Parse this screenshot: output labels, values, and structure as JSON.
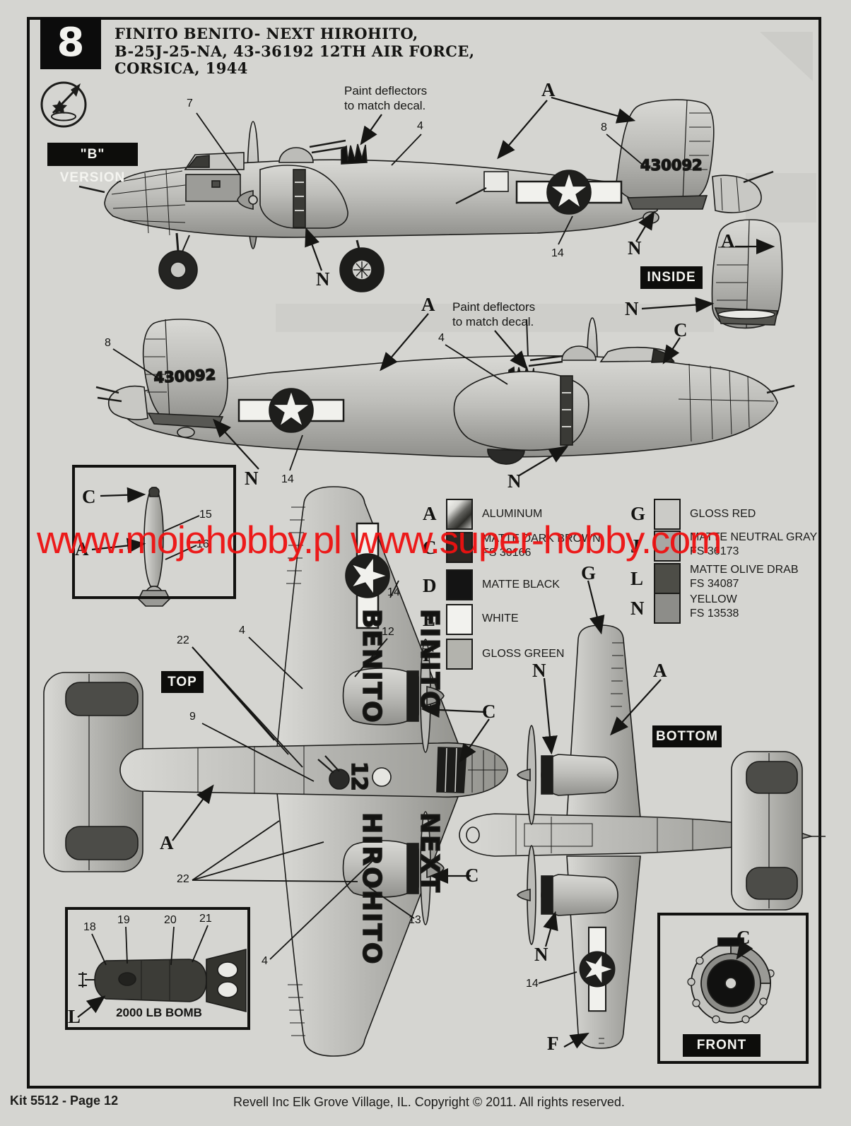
{
  "header": {
    "step": "8",
    "title_lines": [
      "FINITO BENITO- NEXT HIROHITO,",
      "B-25J-25-NA, 43-36192 12TH AIR FORCE,",
      "CORSICA, 1944"
    ]
  },
  "view_labels": {
    "b_version": "\"B\" VERSION",
    "inside": "INSIDE",
    "top": "TOP",
    "bottom": "BOTTOM",
    "front": "FRONT"
  },
  "annotations": {
    "paint_deflectors_line1": "Paint deflectors",
    "paint_deflectors_line2": "to match decal."
  },
  "markings": {
    "tail_number": "430092",
    "wing_text_top_1": "FINITO",
    "wing_text_top_2": "BENITO",
    "wing_number": "12",
    "wing_text_bottom_1": "NEXT",
    "wing_text_bottom_2": "HIROHITO"
  },
  "callouts": {
    "A": "A",
    "C": "C",
    "F": "F",
    "G": "G",
    "L": "L",
    "N": "N",
    "n4": "4",
    "n7": "7",
    "n8": "8",
    "n9": "9",
    "n12": "12",
    "n13": "13",
    "n14": "14",
    "n15": "15",
    "n16": "16",
    "n18": "18",
    "n19": "19",
    "n20": "20",
    "n21": "21",
    "n22": "22"
  },
  "legend": {
    "col1": [
      {
        "letter": "A",
        "name": "ALUMINUM",
        "fs": "",
        "color": "aluminum-gradient"
      },
      {
        "letter": "C",
        "name": "MATTE DARK BROWN",
        "fs": "FS 30166",
        "color": "#2b2824"
      },
      {
        "letter": "D",
        "name": "MATTE BLACK",
        "fs": "",
        "color": "#141414"
      },
      {
        "letter": "E",
        "name": "WHITE",
        "fs": "",
        "color": "#f2f2ee"
      },
      {
        "letter": "F",
        "name": "GLOSS GREEN",
        "fs": "",
        "color": "#b3b3ad"
      }
    ],
    "col2": [
      {
        "letter": "G",
        "name": "GLOSS RED",
        "fs": "",
        "color": "#cbcbc7"
      },
      {
        "letter": "J",
        "name": "MATTE NEUTRAL GRAY",
        "fs": "FS 36173",
        "color": "#a7a7a3"
      },
      {
        "letter": "L",
        "name": "MATTE OLIVE DRAB",
        "fs": "FS 34087",
        "color": "#4d4d47"
      },
      {
        "letter": "N",
        "name": "YELLOW",
        "fs": "FS 13538",
        "color": "#8d8d89"
      }
    ]
  },
  "insets": {
    "bomb_caption": "2000 LB BOMB"
  },
  "watermark": {
    "text": "www.mojehobby.pl www.super-hobby.com",
    "color": "#ee1111"
  },
  "footer": {
    "kit_page": "Kit 5512 - Page 12",
    "copyright": "Revell Inc Elk Grove Village, IL. Copyright © 2011.  All rights reserved."
  },
  "page_colors": {
    "paper": "#d5d5d1",
    "ink": "#1a1a18"
  }
}
